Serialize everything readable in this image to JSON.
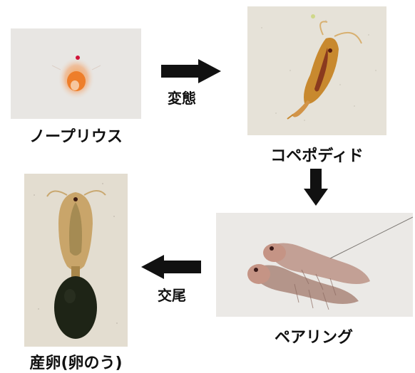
{
  "stages": {
    "nauplius": {
      "label": "ノープリウス"
    },
    "copepodid": {
      "label": "コペポディド"
    },
    "pairing": {
      "label": "ペアリング"
    },
    "spawning": {
      "label": "産卵(卵のう)"
    }
  },
  "transitions": {
    "metamorphosis": {
      "label": "変態"
    },
    "mating": {
      "label": "交尾"
    }
  },
  "colors": {
    "arrow": "#111111",
    "photo_bg_light": "#e9e4dc",
    "copepod_body": "#c8892f"
  }
}
